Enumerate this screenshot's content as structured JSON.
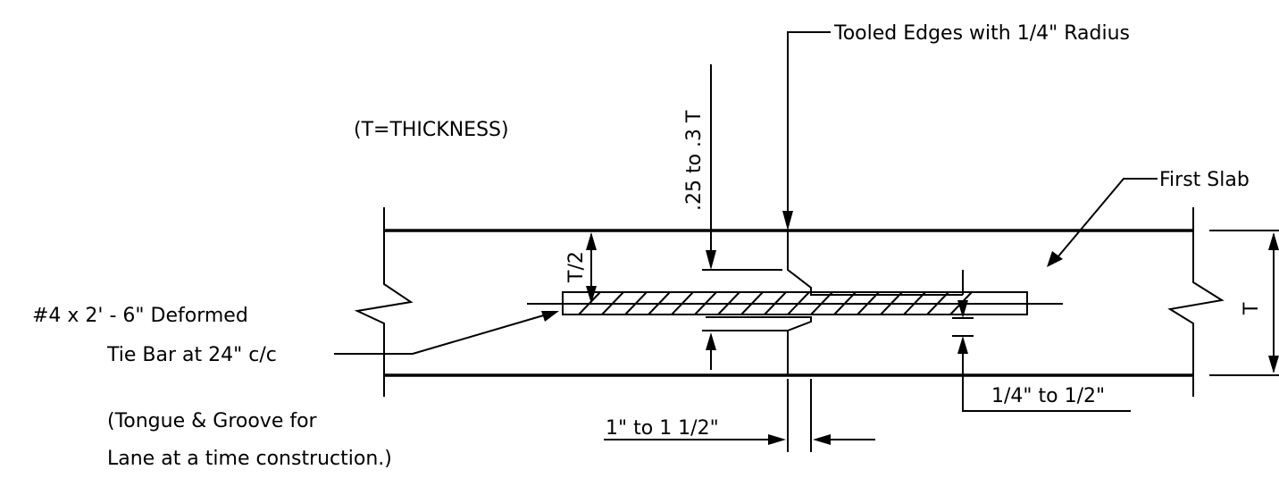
{
  "labels": {
    "tooled_edges": "Tooled Edges with 1/4\" Radius",
    "thickness_note": "(T=THICKNESS)",
    "depth_range": ".25 to .3 T",
    "first_slab": "First Slab",
    "half_thickness": "T/2",
    "thickness": "T",
    "tie_bar_line1": "#4 x 2' - 6\" Deformed",
    "tie_bar_line2": "Tie Bar at 24\" c/c",
    "groove_width": "1\" to 1 1/2\"",
    "clearance": "1/4\" to 1/2\"",
    "tongue_groove_line1": "(Tongue & Groove for",
    "tongue_groove_line2": "Lane at a time construction.)"
  }
}
